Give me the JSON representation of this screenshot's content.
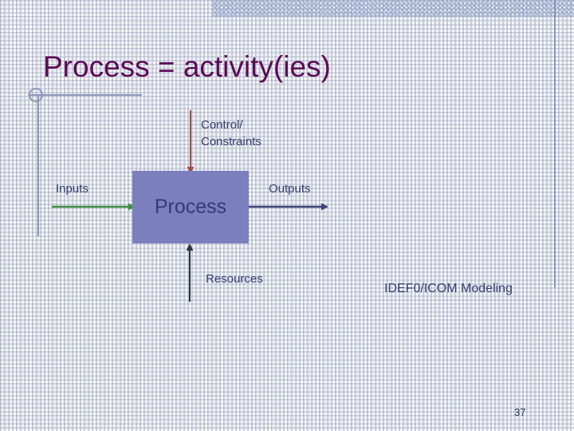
{
  "slide": {
    "title": "Process = activity(ies)",
    "page_number": "37",
    "title_color": "#5c0a55",
    "label_color": "#363c6e",
    "box_fill": "#7b7fbe",
    "box_text_color": "#343b75"
  },
  "diagram": {
    "type": "IDEF0/ICOM",
    "caption": "IDEF0/ICOM Modeling",
    "box": {
      "label": "Process"
    },
    "arrows": [
      {
        "name": "control",
        "label": "Control/\nConstraints",
        "label_line1": "Control/",
        "label_line2": "Constraints",
        "direction": "down",
        "color": "#a45046",
        "target": "box-top"
      },
      {
        "name": "inputs",
        "label": "Inputs",
        "direction": "right",
        "color": "#3e8e41",
        "target": "box-left"
      },
      {
        "name": "outputs",
        "label": "Outputs",
        "direction": "right",
        "color": "#3b4273",
        "target": "box-right"
      },
      {
        "name": "resources",
        "label": "Resources",
        "direction": "up",
        "color": "#2d3142",
        "target": "box-bottom"
      }
    ]
  }
}
